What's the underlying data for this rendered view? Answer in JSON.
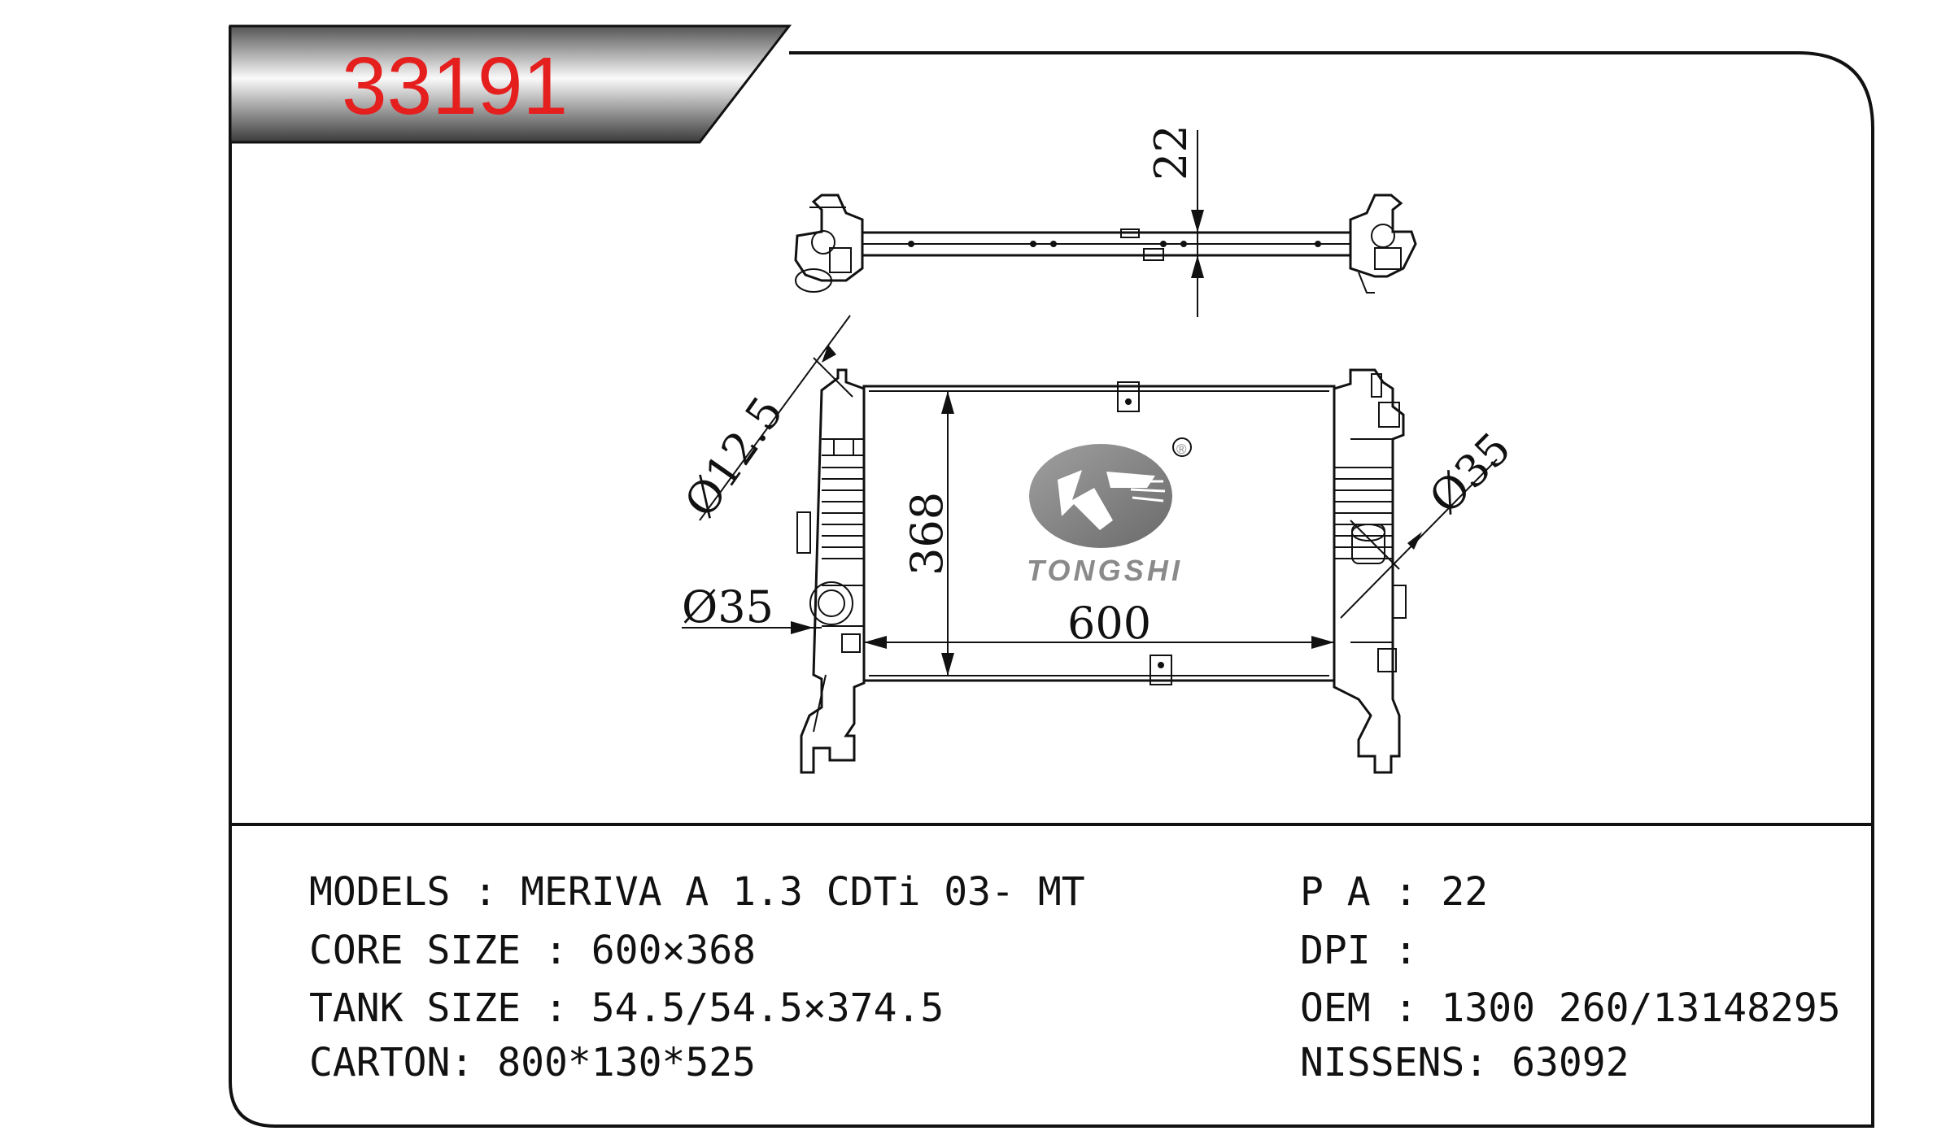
{
  "header": {
    "part_number": "33191"
  },
  "drawing": {
    "dimensions": {
      "top_thickness": "22",
      "height": "368",
      "width": "600",
      "inlet_diameter": "Ø12.5",
      "left_pipe": "Ø35",
      "right_pipe": "Ø35"
    },
    "logo": {
      "brand": "TONGSHI",
      "registered_mark": "®"
    }
  },
  "specs": {
    "left": [
      {
        "label": "MODELS : ",
        "value": "MERIVA A 1.3 CDTi 03- MT"
      },
      {
        "label": "CORE SIZE : ",
        "value": "600×368"
      },
      {
        "label": "TANK SIZE : ",
        "value": "54.5/54.5×374.5"
      },
      {
        "label": "CARTON: ",
        "value": "800*130*525"
      }
    ],
    "right": [
      {
        "label": "P A : ",
        "value": "22"
      },
      {
        "label": "DPI : ",
        "value": ""
      },
      {
        "label": "OEM : ",
        "value": "1300 260/13148295"
      },
      {
        "label": "NISSENS: ",
        "value": "63092"
      }
    ]
  },
  "colors": {
    "part_number": "#e51e1e",
    "border": "#111111",
    "logo": "#8a8a8a"
  }
}
